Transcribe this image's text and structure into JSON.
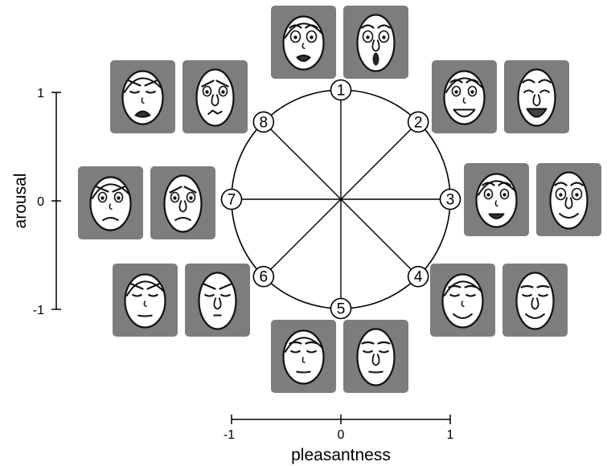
{
  "axes": {
    "x": {
      "label": "pleasantness",
      "ticks": [
        "-1",
        "0",
        "1"
      ]
    },
    "y": {
      "label": "arousal",
      "ticks": [
        "1",
        "0",
        "-1"
      ]
    }
  },
  "wheel": {
    "points": [
      "1",
      "2",
      "3",
      "4",
      "5",
      "6",
      "7",
      "8"
    ]
  },
  "faces": [
    {
      "point": "1",
      "left": {
        "name": "face-1-female",
        "brows": "raised",
        "mouth": "open",
        "eyes": "wide"
      },
      "right": {
        "name": "face-1-male",
        "brows": "raised",
        "mouth": "oval",
        "eyes": "wide"
      }
    },
    {
      "point": "2",
      "left": {
        "name": "face-2-female",
        "brows": "raised",
        "mouth": "grin",
        "eyes": "open"
      },
      "right": {
        "name": "face-2-male",
        "brows": "raised",
        "mouth": "laugh",
        "eyes": "squint"
      }
    },
    {
      "point": "3",
      "left": {
        "name": "face-3-female",
        "brows": "raised",
        "mouth": "open-smile",
        "eyes": "open"
      },
      "right": {
        "name": "face-3-male",
        "brows": "raised",
        "mouth": "smile",
        "eyes": "wide"
      }
    },
    {
      "point": "4",
      "left": {
        "name": "face-4-female",
        "brows": "relaxed",
        "mouth": "smile",
        "eyes": "closed"
      },
      "right": {
        "name": "face-4-male",
        "brows": "relaxed",
        "mouth": "smile",
        "eyes": "closed"
      }
    },
    {
      "point": "5",
      "left": {
        "name": "face-5-female",
        "brows": "relaxed",
        "mouth": "flat",
        "eyes": "closed"
      },
      "right": {
        "name": "face-5-male",
        "brows": "relaxed",
        "mouth": "flat",
        "eyes": "closed"
      }
    },
    {
      "point": "6",
      "left": {
        "name": "face-6-female",
        "brows": "sad",
        "mouth": "flat",
        "eyes": "closed"
      },
      "right": {
        "name": "face-6-male",
        "brows": "sad",
        "mouth": "small",
        "eyes": "closed"
      }
    },
    {
      "point": "7",
      "left": {
        "name": "face-7-female",
        "brows": "worried",
        "mouth": "frown",
        "eyes": "open"
      },
      "right": {
        "name": "face-7-male",
        "brows": "angry",
        "mouth": "frown",
        "eyes": "open"
      }
    },
    {
      "point": "8",
      "left": {
        "name": "face-8-female",
        "brows": "sad",
        "mouth": "open-frown",
        "eyes": "closed"
      },
      "right": {
        "name": "face-8-male",
        "brows": "angry",
        "mouth": "grimace",
        "eyes": "open"
      }
    }
  ]
}
